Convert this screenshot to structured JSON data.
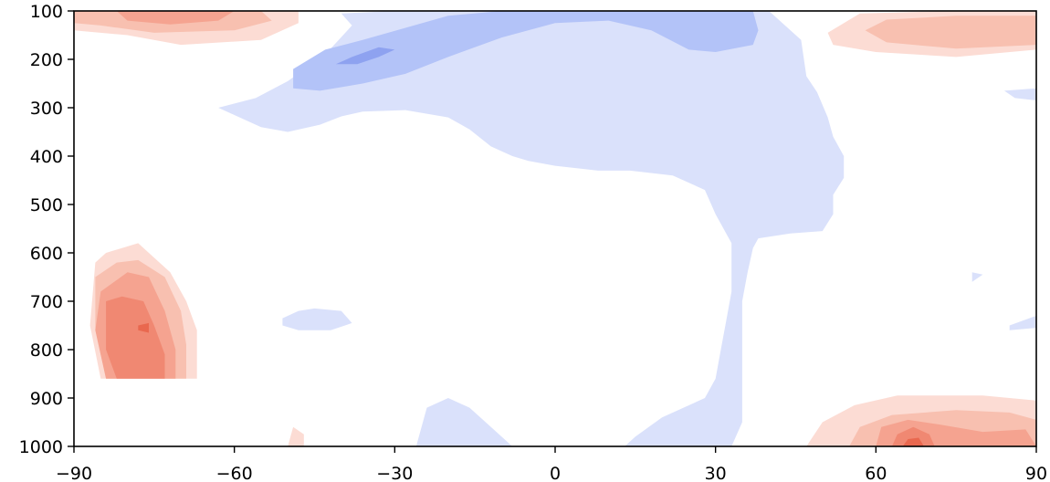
{
  "chart_data": {
    "type": "contour",
    "title": "",
    "xlabel": "",
    "ylabel": "",
    "xlim": [
      -90,
      90
    ],
    "ylim": [
      1000,
      100
    ],
    "x_ticks": [
      -90,
      -60,
      -30,
      0,
      30,
      60,
      90
    ],
    "x_tick_labels": [
      "−90",
      "−60",
      "−30",
      "0",
      "30",
      "60",
      "90"
    ],
    "y_ticks": [
      100,
      200,
      300,
      400,
      500,
      600,
      700,
      800,
      900,
      1000
    ],
    "y_tick_labels": [
      "100",
      "200",
      "300",
      "400",
      "500",
      "600",
      "700",
      "800",
      "900",
      "1000"
    ],
    "y_axis_inverted": true,
    "grid": false,
    "legend": "none",
    "colormap": "coolwarm (diverging, white at zero)",
    "level_colors": {
      "neg2": "#8ea2f0",
      "neg1": "#b3c3f8",
      "neg0": "#dae1fb",
      "pos0": "#fcdcd4",
      "pos1": "#f8c0b0",
      "pos2": "#f5a390",
      "pos3": "#f08872",
      "pos4": "#e9684f"
    },
    "regions": [
      {
        "level": "neg0",
        "points": [
          [
            -63,
            300
          ],
          [
            -56,
            280
          ],
          [
            -50,
            245
          ],
          [
            -43,
            190
          ],
          [
            -38,
            130
          ],
          [
            -40,
            105
          ],
          [
            -30,
            100
          ],
          [
            40,
            100
          ],
          [
            46,
            160
          ],
          [
            47,
            235
          ],
          [
            49,
            268
          ],
          [
            51,
            320
          ],
          [
            52,
            360
          ],
          [
            54,
            400
          ],
          [
            54,
            445
          ],
          [
            52,
            480
          ],
          [
            52,
            520
          ],
          [
            50,
            555
          ],
          [
            44,
            560
          ],
          [
            38,
            570
          ],
          [
            37,
            590
          ],
          [
            36,
            640
          ],
          [
            35,
            700
          ],
          [
            35,
            840
          ],
          [
            35,
            950
          ],
          [
            33,
            1000
          ],
          [
            13,
            1000
          ],
          [
            15,
            980
          ],
          [
            20,
            940
          ],
          [
            28,
            900
          ],
          [
            30,
            860
          ],
          [
            31,
            800
          ],
          [
            32,
            740
          ],
          [
            33,
            680
          ],
          [
            33,
            580
          ],
          [
            30,
            520
          ],
          [
            28,
            470
          ],
          [
            22,
            440
          ],
          [
            14,
            430
          ],
          [
            8,
            430
          ],
          [
            0,
            420
          ],
          [
            -5,
            410
          ],
          [
            -8,
            400
          ],
          [
            -12,
            380
          ],
          [
            -16,
            345
          ],
          [
            -20,
            320
          ],
          [
            -28,
            305
          ],
          [
            -36,
            308
          ],
          [
            -40,
            318
          ],
          [
            -44,
            335
          ],
          [
            -50,
            350
          ],
          [
            -55,
            340
          ],
          [
            -60,
            315
          ]
        ]
      },
      {
        "level": "neg0",
        "points": [
          [
            84,
            265
          ],
          [
            90,
            260
          ],
          [
            90,
            285
          ],
          [
            86,
            280
          ]
        ]
      },
      {
        "level": "neg0",
        "points": [
          [
            -51,
            735
          ],
          [
            -48,
            720
          ],
          [
            -45,
            715
          ],
          [
            -40,
            720
          ],
          [
            -38,
            745
          ],
          [
            -42,
            760
          ],
          [
            -48,
            760
          ],
          [
            -51,
            750
          ]
        ]
      },
      {
        "level": "neg0",
        "points": [
          [
            -26,
            1000
          ],
          [
            -24,
            920
          ],
          [
            -20,
            900
          ],
          [
            -16,
            920
          ],
          [
            -12,
            960
          ],
          [
            -8,
            1000
          ]
        ]
      },
      {
        "level": "neg0",
        "points": [
          [
            85,
            750
          ],
          [
            90,
            730
          ],
          [
            90,
            755
          ],
          [
            85,
            760
          ]
        ]
      },
      {
        "level": "neg0",
        "points": [
          [
            78,
            640
          ],
          [
            80,
            645
          ],
          [
            78,
            660
          ]
        ]
      },
      {
        "level": "neg1",
        "points": [
          [
            -49,
            260
          ],
          [
            -49,
            220
          ],
          [
            -43,
            180
          ],
          [
            -36,
            160
          ],
          [
            -20,
            110
          ],
          [
            -10,
            100
          ],
          [
            37,
            100
          ],
          [
            38,
            140
          ],
          [
            37,
            170
          ],
          [
            30,
            185
          ],
          [
            25,
            180
          ],
          [
            18,
            140
          ],
          [
            10,
            120
          ],
          [
            0,
            125
          ],
          [
            -10,
            155
          ],
          [
            -20,
            195
          ],
          [
            -28,
            230
          ],
          [
            -36,
            250
          ],
          [
            -44,
            265
          ]
        ]
      },
      {
        "level": "neg2",
        "points": [
          [
            -41,
            210
          ],
          [
            -38,
            195
          ],
          [
            -33,
            175
          ],
          [
            -30,
            180
          ],
          [
            -33,
            195
          ],
          [
            -37,
            210
          ]
        ]
      },
      {
        "level": "pos0",
        "points": [
          [
            -90,
            100
          ],
          [
            -48,
            100
          ],
          [
            -48,
            125
          ],
          [
            -55,
            160
          ],
          [
            -70,
            170
          ],
          [
            -80,
            150
          ],
          [
            -90,
            140
          ]
        ]
      },
      {
        "level": "pos0",
        "points": [
          [
            51,
            145
          ],
          [
            57,
            105
          ],
          [
            75,
            100
          ],
          [
            90,
            100
          ],
          [
            90,
            180
          ],
          [
            75,
            195
          ],
          [
            60,
            185
          ],
          [
            52,
            170
          ]
        ]
      },
      {
        "level": "pos0",
        "points": [
          [
            -86,
            620
          ],
          [
            -84,
            600
          ],
          [
            -78,
            580
          ],
          [
            -72,
            640
          ],
          [
            -69,
            700
          ],
          [
            -67,
            760
          ],
          [
            -67,
            860
          ],
          [
            -85,
            860
          ],
          [
            -87,
            750
          ]
        ]
      },
      {
        "level": "pos0",
        "points": [
          [
            -50,
            1000
          ],
          [
            -49,
            960
          ],
          [
            -47,
            975
          ],
          [
            -47,
            1000
          ]
        ]
      },
      {
        "level": "pos0",
        "points": [
          [
            47,
            1000
          ],
          [
            50,
            950
          ],
          [
            56,
            915
          ],
          [
            64,
            895
          ],
          [
            80,
            895
          ],
          [
            90,
            905
          ],
          [
            90,
            1000
          ]
        ]
      },
      {
        "level": "pos1",
        "points": [
          [
            -90,
            100
          ],
          [
            -55,
            100
          ],
          [
            -53,
            120
          ],
          [
            -60,
            140
          ],
          [
            -75,
            145
          ],
          [
            -85,
            130
          ],
          [
            -90,
            125
          ]
        ]
      },
      {
        "level": "pos1",
        "points": [
          [
            58,
            140
          ],
          [
            62,
            118
          ],
          [
            75,
            110
          ],
          [
            90,
            110
          ],
          [
            90,
            170
          ],
          [
            75,
            178
          ],
          [
            62,
            165
          ]
        ]
      },
      {
        "level": "pos1",
        "points": [
          [
            -86,
            650
          ],
          [
            -82,
            620
          ],
          [
            -78,
            615
          ],
          [
            -73,
            650
          ],
          [
            -70,
            720
          ],
          [
            -69,
            790
          ],
          [
            -69,
            860
          ],
          [
            -84,
            860
          ],
          [
            -86,
            760
          ]
        ]
      },
      {
        "level": "pos1",
        "points": [
          [
            55,
            1000
          ],
          [
            57,
            960
          ],
          [
            63,
            935
          ],
          [
            75,
            925
          ],
          [
            85,
            930
          ],
          [
            90,
            945
          ],
          [
            90,
            1000
          ]
        ]
      },
      {
        "level": "pos2",
        "points": [
          [
            -82,
            100
          ],
          [
            -60,
            100
          ],
          [
            -63,
            120
          ],
          [
            -72,
            128
          ],
          [
            -80,
            120
          ]
        ]
      },
      {
        "level": "pos2",
        "points": [
          [
            -85,
            680
          ],
          [
            -80,
            640
          ],
          [
            -76,
            650
          ],
          [
            -73,
            720
          ],
          [
            -71,
            800
          ],
          [
            -71,
            860
          ],
          [
            -84,
            860
          ],
          [
            -86,
            760
          ]
        ]
      },
      {
        "level": "pos2",
        "points": [
          [
            60,
            1000
          ],
          [
            61,
            960
          ],
          [
            66,
            945
          ],
          [
            72,
            955
          ],
          [
            80,
            970
          ],
          [
            88,
            965
          ],
          [
            90,
            1000
          ]
        ]
      },
      {
        "level": "pos3",
        "points": [
          [
            -84,
            700
          ],
          [
            -81,
            690
          ],
          [
            -77,
            700
          ],
          [
            -75,
            750
          ],
          [
            -73,
            810
          ],
          [
            -73,
            860
          ],
          [
            -82,
            860
          ],
          [
            -84,
            800
          ]
        ]
      },
      {
        "level": "pos3",
        "points": [
          [
            63,
            1000
          ],
          [
            64,
            975
          ],
          [
            67,
            960
          ],
          [
            70,
            975
          ],
          [
            71,
            1000
          ]
        ]
      },
      {
        "level": "pos4",
        "points": [
          [
            -78,
            750
          ],
          [
            -76,
            745
          ],
          [
            -76,
            765
          ],
          [
            -78,
            760
          ]
        ]
      },
      {
        "level": "pos4",
        "points": [
          [
            65,
            1000
          ],
          [
            66,
            985
          ],
          [
            68,
            982
          ],
          [
            69,
            1000
          ]
        ]
      }
    ]
  }
}
